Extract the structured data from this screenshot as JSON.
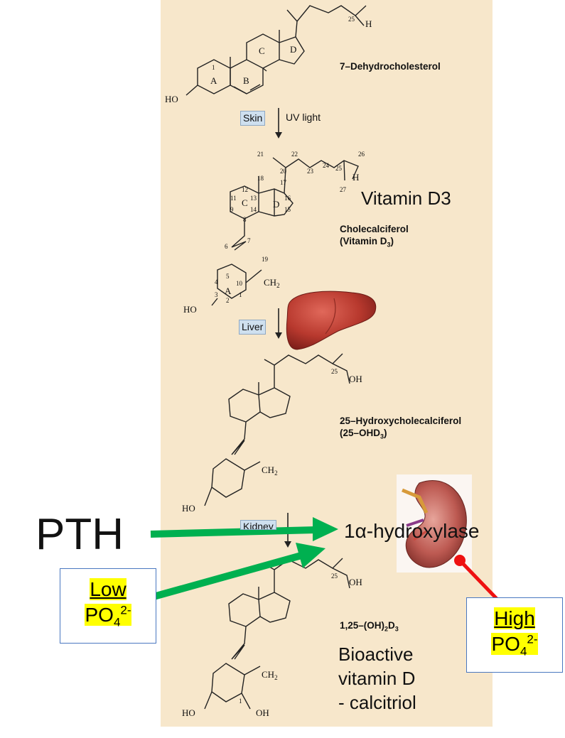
{
  "compounds": {
    "c1": "7–Dehydrocholesterol",
    "c2_line1": "Cholecalciferol",
    "c2_line2": "(Vitamin D",
    "c2_sub": "3",
    "c2_close": ")",
    "c3_line1": "25–Hydroxycholecalciferol",
    "c3_line2": "(25–OHD",
    "c3_sub": "3",
    "c3_close": ")",
    "c4": "1,25–(OH)",
    "c4_sub1": "2",
    "c4_mid": "D",
    "c4_sub2": "3"
  },
  "steps": {
    "skin": "Skin",
    "uv": "UV light",
    "liver": "Liver",
    "kidney": "Kidney"
  },
  "annotations": {
    "vitd3": "Vitamin D3",
    "enzyme": "1α-hydroxylase",
    "pth": "PTH",
    "bio1": "Bioactive",
    "bio2": "vitamin D",
    "bio3": "- calcitriol"
  },
  "low_box": {
    "line1": "Low",
    "line2": "PO",
    "sub": "4",
    "sup": "2-"
  },
  "high_box": {
    "line1": "High",
    "line2": "PO",
    "sub": "4",
    "sup": "2-"
  },
  "struct_labels": {
    "ho": "HO",
    "h": "H",
    "oh": "OH",
    "ch2": "CH",
    "ch2_sub": "2",
    "ringA": "A",
    "ringB": "B",
    "ringC": "C",
    "ringD": "D",
    "n1": "1",
    "n2": "2",
    "n3": "3",
    "n4": "4",
    "n5": "5",
    "n6": "6",
    "n7": "7",
    "n8": "8",
    "n9": "9",
    "n10": "10",
    "n11": "11",
    "n12": "12",
    "n13": "13",
    "n14": "14",
    "n15": "15",
    "n16": "16",
    "n17": "17",
    "n18": "18",
    "n19": "19",
    "n20": "20",
    "n21": "21",
    "n22": "22",
    "n23": "23",
    "n24": "24",
    "n25": "25",
    "n26": "26",
    "n27": "27"
  },
  "colors": {
    "panel": "#f7e7cb",
    "arrow_green": "#00b050",
    "inhibit_red": "#ee1111",
    "highlight": "#ffff00",
    "box_border": "#4a78c0",
    "step_tag": "#cfe0ef"
  },
  "icons": [
    "liver-image",
    "kidney-image"
  ]
}
